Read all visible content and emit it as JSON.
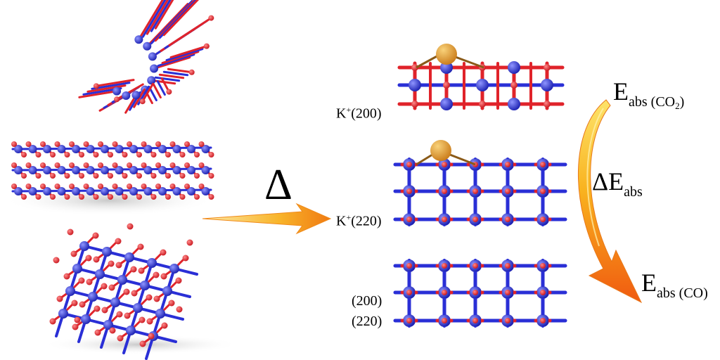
{
  "labels": {
    "delta": "Δ",
    "facet_k200": {
      "main": "K",
      "sup": "+",
      "rest": "(200)"
    },
    "facet_k220": {
      "main": "K",
      "sup": "+",
      "rest": "(220)"
    },
    "facet_200": "(200)",
    "facet_220": "(220)",
    "e_abs_co2": {
      "main": "E",
      "sub": "abs (CO",
      "sub2": "2",
      "close": ")"
    },
    "delta_e_abs": {
      "main": "ΔE",
      "sub": "abs"
    },
    "e_abs_co": {
      "main": "E",
      "sub": "abs (CO)"
    }
  },
  "colors": {
    "red_atom": "#e0232a",
    "blue_atom": "#2a2fd6",
    "potassium": "#e39a2a",
    "arrow_gold": "#f6a21e",
    "arrow_orange": "#f06a14"
  }
}
